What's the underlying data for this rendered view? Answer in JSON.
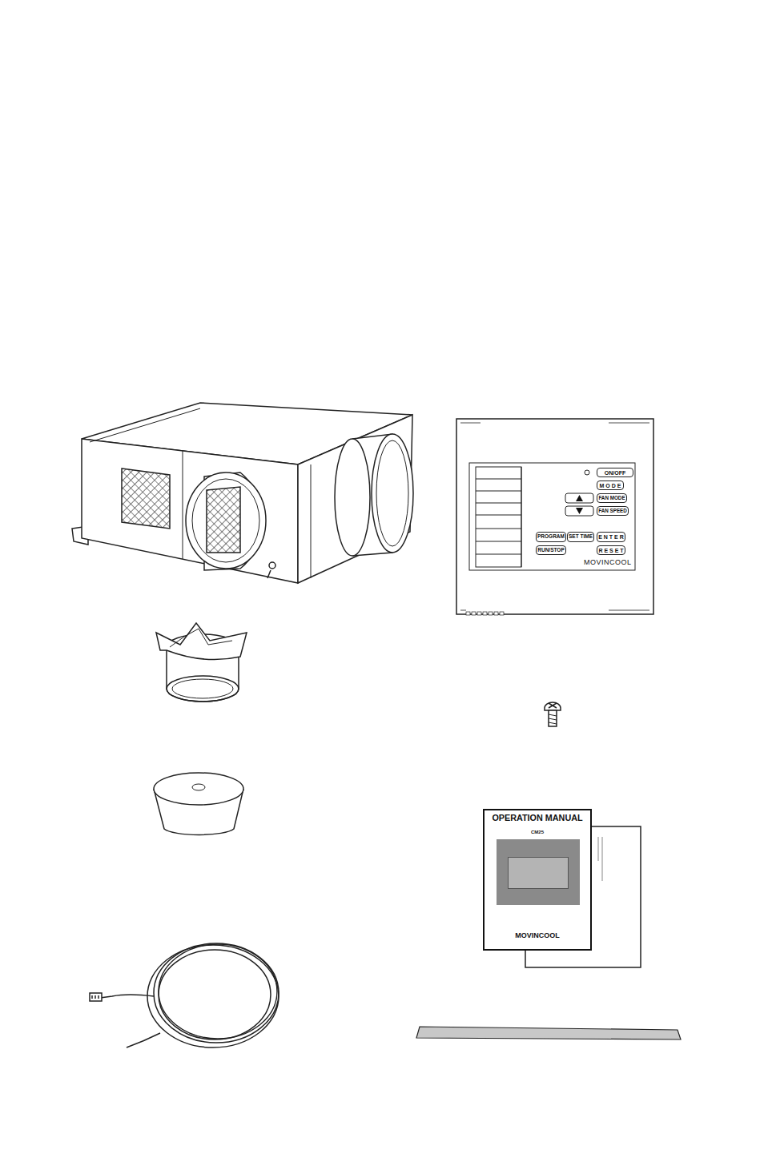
{
  "diagram": {
    "nodes": [
      {
        "text": [
          "ON/OFF"
        ]
      },
      {
        "text": [
          "M O D E"
        ]
      },
      {
        "text": [
          "FAN MODE"
        ]
      },
      {
        "text": [
          "FAN SPEED"
        ]
      },
      {
        "text": [
          "PROGRAM"
        ]
      },
      {
        "text": [
          "SET TIME"
        ]
      },
      {
        "text": [
          "E N T E R"
        ]
      },
      {
        "text": [
          "RUN/STOP"
        ]
      },
      {
        "text": [
          "R E S E T"
        ]
      },
      {
        "text": [
          "OPERATION MANUAL",
          "CM25",
          "MOVINCOOL"
        ]
      }
    ],
    "labels": [
      "MOVINCOOL"
    ]
  }
}
